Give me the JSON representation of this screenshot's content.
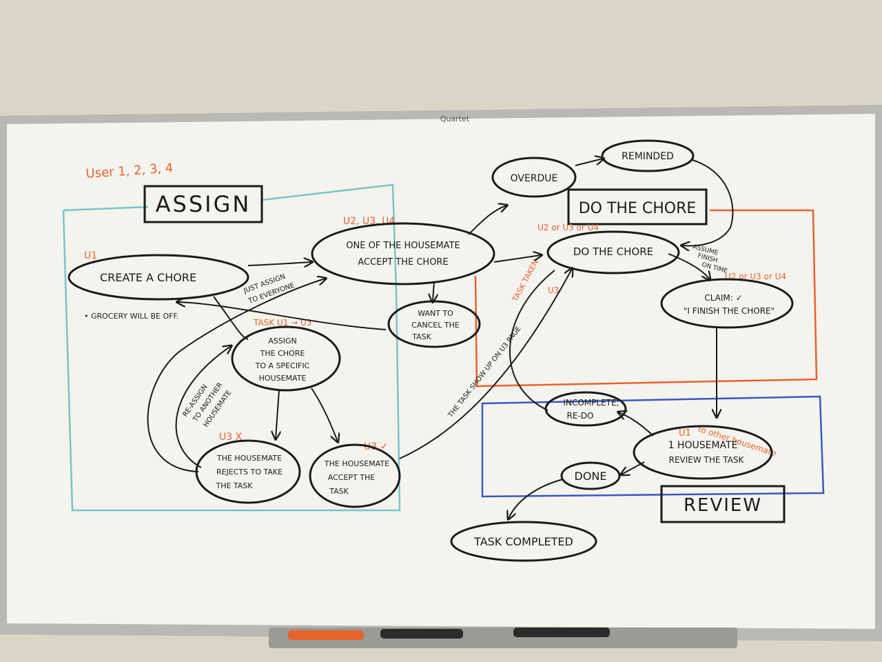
{
  "brand": "Quartet",
  "colors": {
    "wall": "#d9d6c8",
    "board": "#f4f3ee",
    "frame": "#b9b8b2",
    "ink": "#1a1a1a",
    "orange": "#e8622b",
    "teal": "#79c3c9",
    "blue": "#3b56c4"
  },
  "sections": {
    "assign": "ASSIGN",
    "do_chore": "DO THE CHORE",
    "review": "REVIEW"
  },
  "users_note": "User 1, 2, 3, 4",
  "labels": {
    "u1_create": "U1",
    "u2_accept": "U2, U3, U4",
    "task_u1_u3": "TASK U1 → U3",
    "u3_reject": "U3 X",
    "u3_accept": "U3 ✓",
    "do_chore_users": "U2 or U3 or U4",
    "claim_users": "U2 or U3 or U4",
    "review_users": "U1",
    "to_other": "to other housemate",
    "task_taken": "TASK TAKEN",
    "task_taken_u3": "U3"
  },
  "nodes": {
    "create": "CREATE A CHORE",
    "grocery": "• GROCERY WILL BE OFF.",
    "housemate_accept": [
      "ONE OF THE HOUSEMATE",
      "ACCEPT THE CHORE"
    ],
    "assign_specific": [
      "ASSIGN",
      "THE CHORE",
      "TO A SPECIFIC",
      "HOUSEMATE"
    ],
    "rejects": [
      "THE HOUSEMATE",
      "REJECTS TO TAKE",
      "THE TASK"
    ],
    "accept_task": [
      "THE HOUSEMATE",
      "ACCEPT THE",
      "TASK"
    ],
    "cancel": [
      "WANT TO",
      "CANCEL THE",
      "TASK"
    ],
    "overdue": "OVERDUE",
    "reminded": "REMINDED",
    "do_chore": "DO THE CHORE",
    "claim": [
      "CLAIM: ✓",
      "\"I FINISH THE CHORE\""
    ],
    "incomplete": [
      "INCOMPLETE;",
      "RE-DO"
    ],
    "review_task": [
      "1 HOUSEMATE",
      "REVIEW THE TASK"
    ],
    "done": "DONE",
    "completed": "TASK COMPLETED"
  },
  "edge_labels": {
    "just_assign": [
      "JUST ASSIGN",
      "TO EVERYONE"
    ],
    "reassign": [
      "RE-ASSIGN",
      "TO ANOTHER",
      "HOUSEMATE"
    ],
    "shows_up": "THE TASK SHOW UP ON U3 PAGE",
    "assume_finish": [
      "ASSUME",
      "FINISH",
      "ON TIME"
    ]
  }
}
